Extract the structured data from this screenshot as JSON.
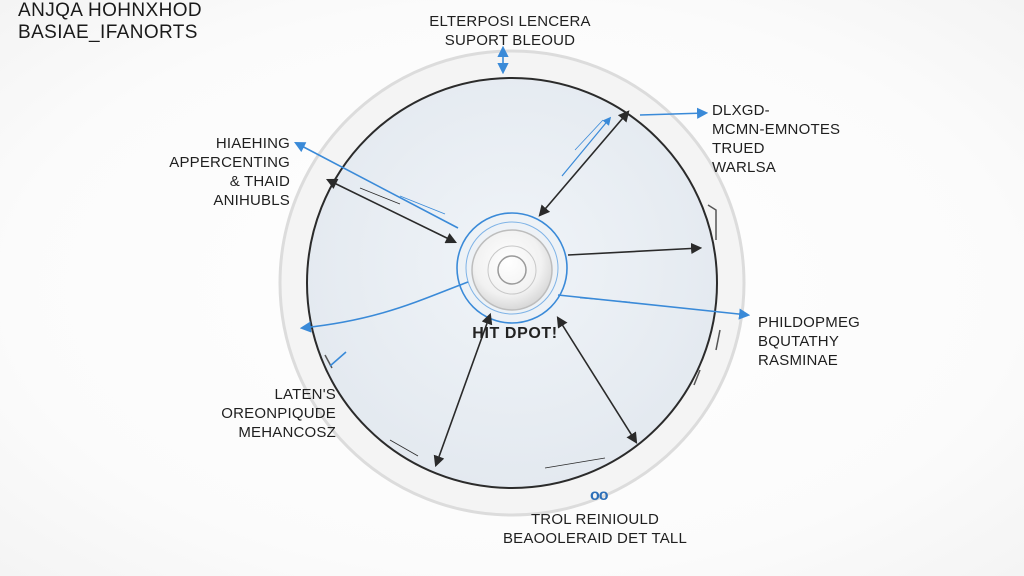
{
  "title": {
    "line1": "ANJQA HOHNXHOD",
    "line2": "BASIAE_IFANORTS"
  },
  "hub": {
    "label": "HIT DPOT!"
  },
  "labels": {
    "top": [
      "ELTERPOSI LENCERA",
      "SUPORT BLEOUD"
    ],
    "top_right": [
      "DLXGD-",
      "MCMN-EMNOTES",
      "TRUED",
      "WARLSA"
    ],
    "left": [
      "HIAEHING",
      "APPERCENTING",
      "& THAID",
      "ANIHUBLS"
    ],
    "right": [
      "PHILDOPMEG",
      "BQUTATHY",
      "RASMINAE"
    ],
    "bottom_left": [
      "LATEN'S",
      "OREONPIQUDE",
      "MEHANCOSZ"
    ],
    "bottom": [
      "TROL REINIOULD",
      "BEAOOLERAID DET TALL"
    ]
  },
  "icons": {
    "bottom_link": "oo"
  },
  "colors": {
    "accent_blue": "#3a8ad8",
    "arrow_dark": "#2a2a2a",
    "disc_fill": "#e9eef4",
    "rim": "#f3f3f3"
  }
}
